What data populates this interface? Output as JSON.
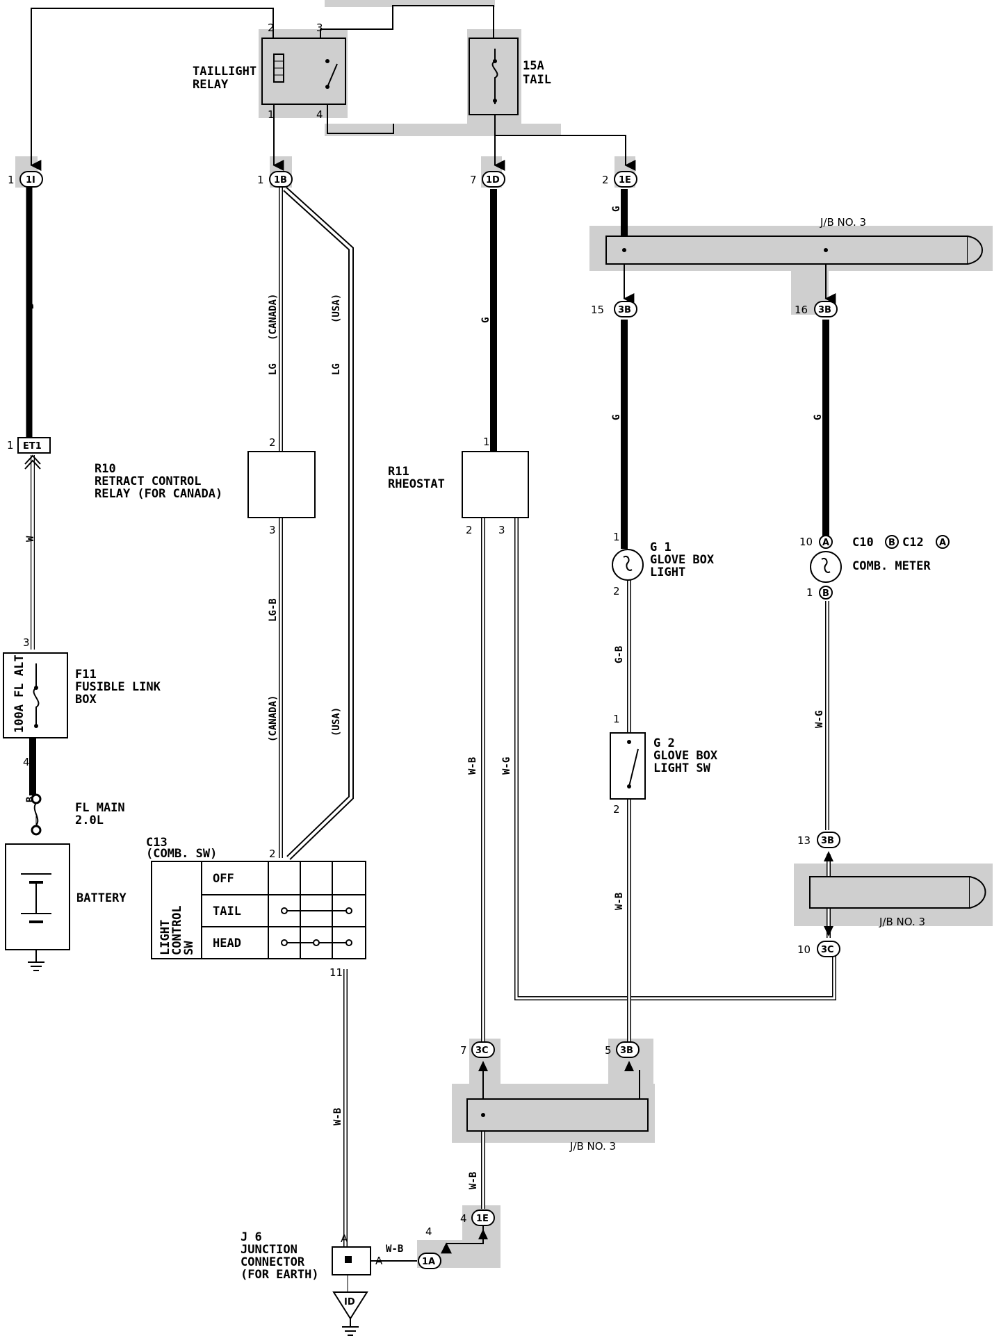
{
  "title": "",
  "components": {
    "taillight_relay": {
      "label_lines": [
        "TAILLIGHT",
        "RELAY"
      ],
      "pins": [
        "2",
        "3",
        "1",
        "4"
      ]
    },
    "fuse_tail": {
      "label_lines": [
        "15A",
        "TAIL"
      ]
    },
    "r10": {
      "label_lines": [
        "R10",
        "RETRACT CONTROL",
        "RELAY (FOR CANADA)"
      ],
      "pins": [
        "2",
        "3"
      ]
    },
    "r11": {
      "label_lines": [
        "R11",
        "RHEOSTAT"
      ],
      "pins": [
        "1",
        "2",
        "3"
      ]
    },
    "g1": {
      "label_lines": [
        "G 1",
        "GLOVE BOX",
        "LIGHT"
      ],
      "pins": [
        "1",
        "2"
      ]
    },
    "g2": {
      "label_lines": [
        "G 2",
        "GLOVE BOX",
        "LIGHT SW"
      ],
      "pins": [
        "1",
        "2"
      ]
    },
    "comb_meter": {
      "label_lines": [
        "C10",
        "C12",
        "COMB. METER"
      ],
      "connector_a": "A",
      "connector_b": "B",
      "pins": [
        "10",
        "1"
      ]
    },
    "f11": {
      "label_lines": [
        "F11",
        "FUSIBLE LINK",
        "BOX"
      ],
      "inner": "100A FL ALT",
      "pins": [
        "3",
        "4"
      ]
    },
    "fl_main": {
      "label_lines": [
        "FL MAIN",
        "2.0L"
      ]
    },
    "battery": {
      "label": "BATTERY"
    },
    "c13": {
      "label_lines": [
        "C13",
        "(COMB. SW)"
      ],
      "side_label": [
        "LIGHT",
        "CONTROL",
        "SW"
      ],
      "rows": [
        "OFF",
        "TAIL",
        "HEAD"
      ],
      "pins": [
        "2",
        "11"
      ]
    },
    "j6": {
      "label_lines": [
        "J 6",
        "JUNCTION",
        "CONNECTOR",
        "(FOR EARTH)"
      ],
      "pin_a": "A",
      "pin_a2": "A",
      "pin_4": "4"
    },
    "earth": {
      "label": "ID"
    },
    "et1": {
      "label": "ET1",
      "pin": "1"
    }
  },
  "connectors": [
    {
      "id": "1I",
      "pin": "1"
    },
    {
      "id": "1B",
      "pin": "1"
    },
    {
      "id": "1D",
      "pin": "7"
    },
    {
      "id": "1E",
      "pin": "2"
    },
    {
      "id": "3B",
      "pin": "15"
    },
    {
      "id": "3B",
      "pin": "16"
    },
    {
      "id": "3B",
      "pin": "13"
    },
    {
      "id": "3C",
      "pin": "10"
    },
    {
      "id": "3C",
      "pin": "7"
    },
    {
      "id": "3B",
      "pin": "5"
    },
    {
      "id": "1E",
      "pin": "4"
    },
    {
      "id": "1A",
      "pin": "4"
    }
  ],
  "junction_blocks": [
    "J/B NO. 3",
    "J/B NO. 3",
    "J/B NO. 3"
  ],
  "wire_colors": {
    "b1": "B",
    "w": "W",
    "b2": "B",
    "lg_canada": "LG",
    "canada1": "(CANADA)",
    "lg_usa": "LG",
    "usa1": "(USA)",
    "lg_b": "LG-B",
    "canada2": "(CANADA)",
    "usa2": "(USA)",
    "g_r11": "G",
    "g_top": "G",
    "g_glove": "G",
    "g_meter": "G",
    "g_b": "G-B",
    "w_g_meter": "W-G",
    "w_b_r11": "W-B",
    "w_g_r11": "W-G",
    "w_b_glove": "W-B",
    "w_b_c13": "W-B",
    "w_b_low": "W-B",
    "w_b_j6": "W-B"
  }
}
